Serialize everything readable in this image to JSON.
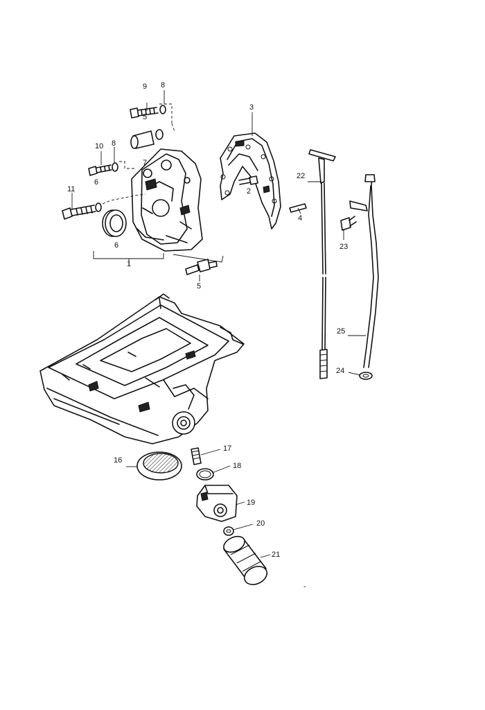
{
  "callouts": {
    "c1": "1",
    "c2": "2",
    "c3": "3",
    "c4": "4",
    "c5a": "5",
    "c5b": "5",
    "c6a": "6",
    "c6b": "6",
    "c7": "7",
    "c8a": "8",
    "c8b": "8",
    "c9": "9",
    "c10": "10",
    "c11": "11",
    "c16": "16",
    "c17": "17",
    "c18": "18",
    "c19": "19",
    "c20": "20",
    "c21": "21",
    "c22": "22",
    "c23": "23",
    "c24": "24",
    "c25": "25",
    "mark": "-"
  }
}
